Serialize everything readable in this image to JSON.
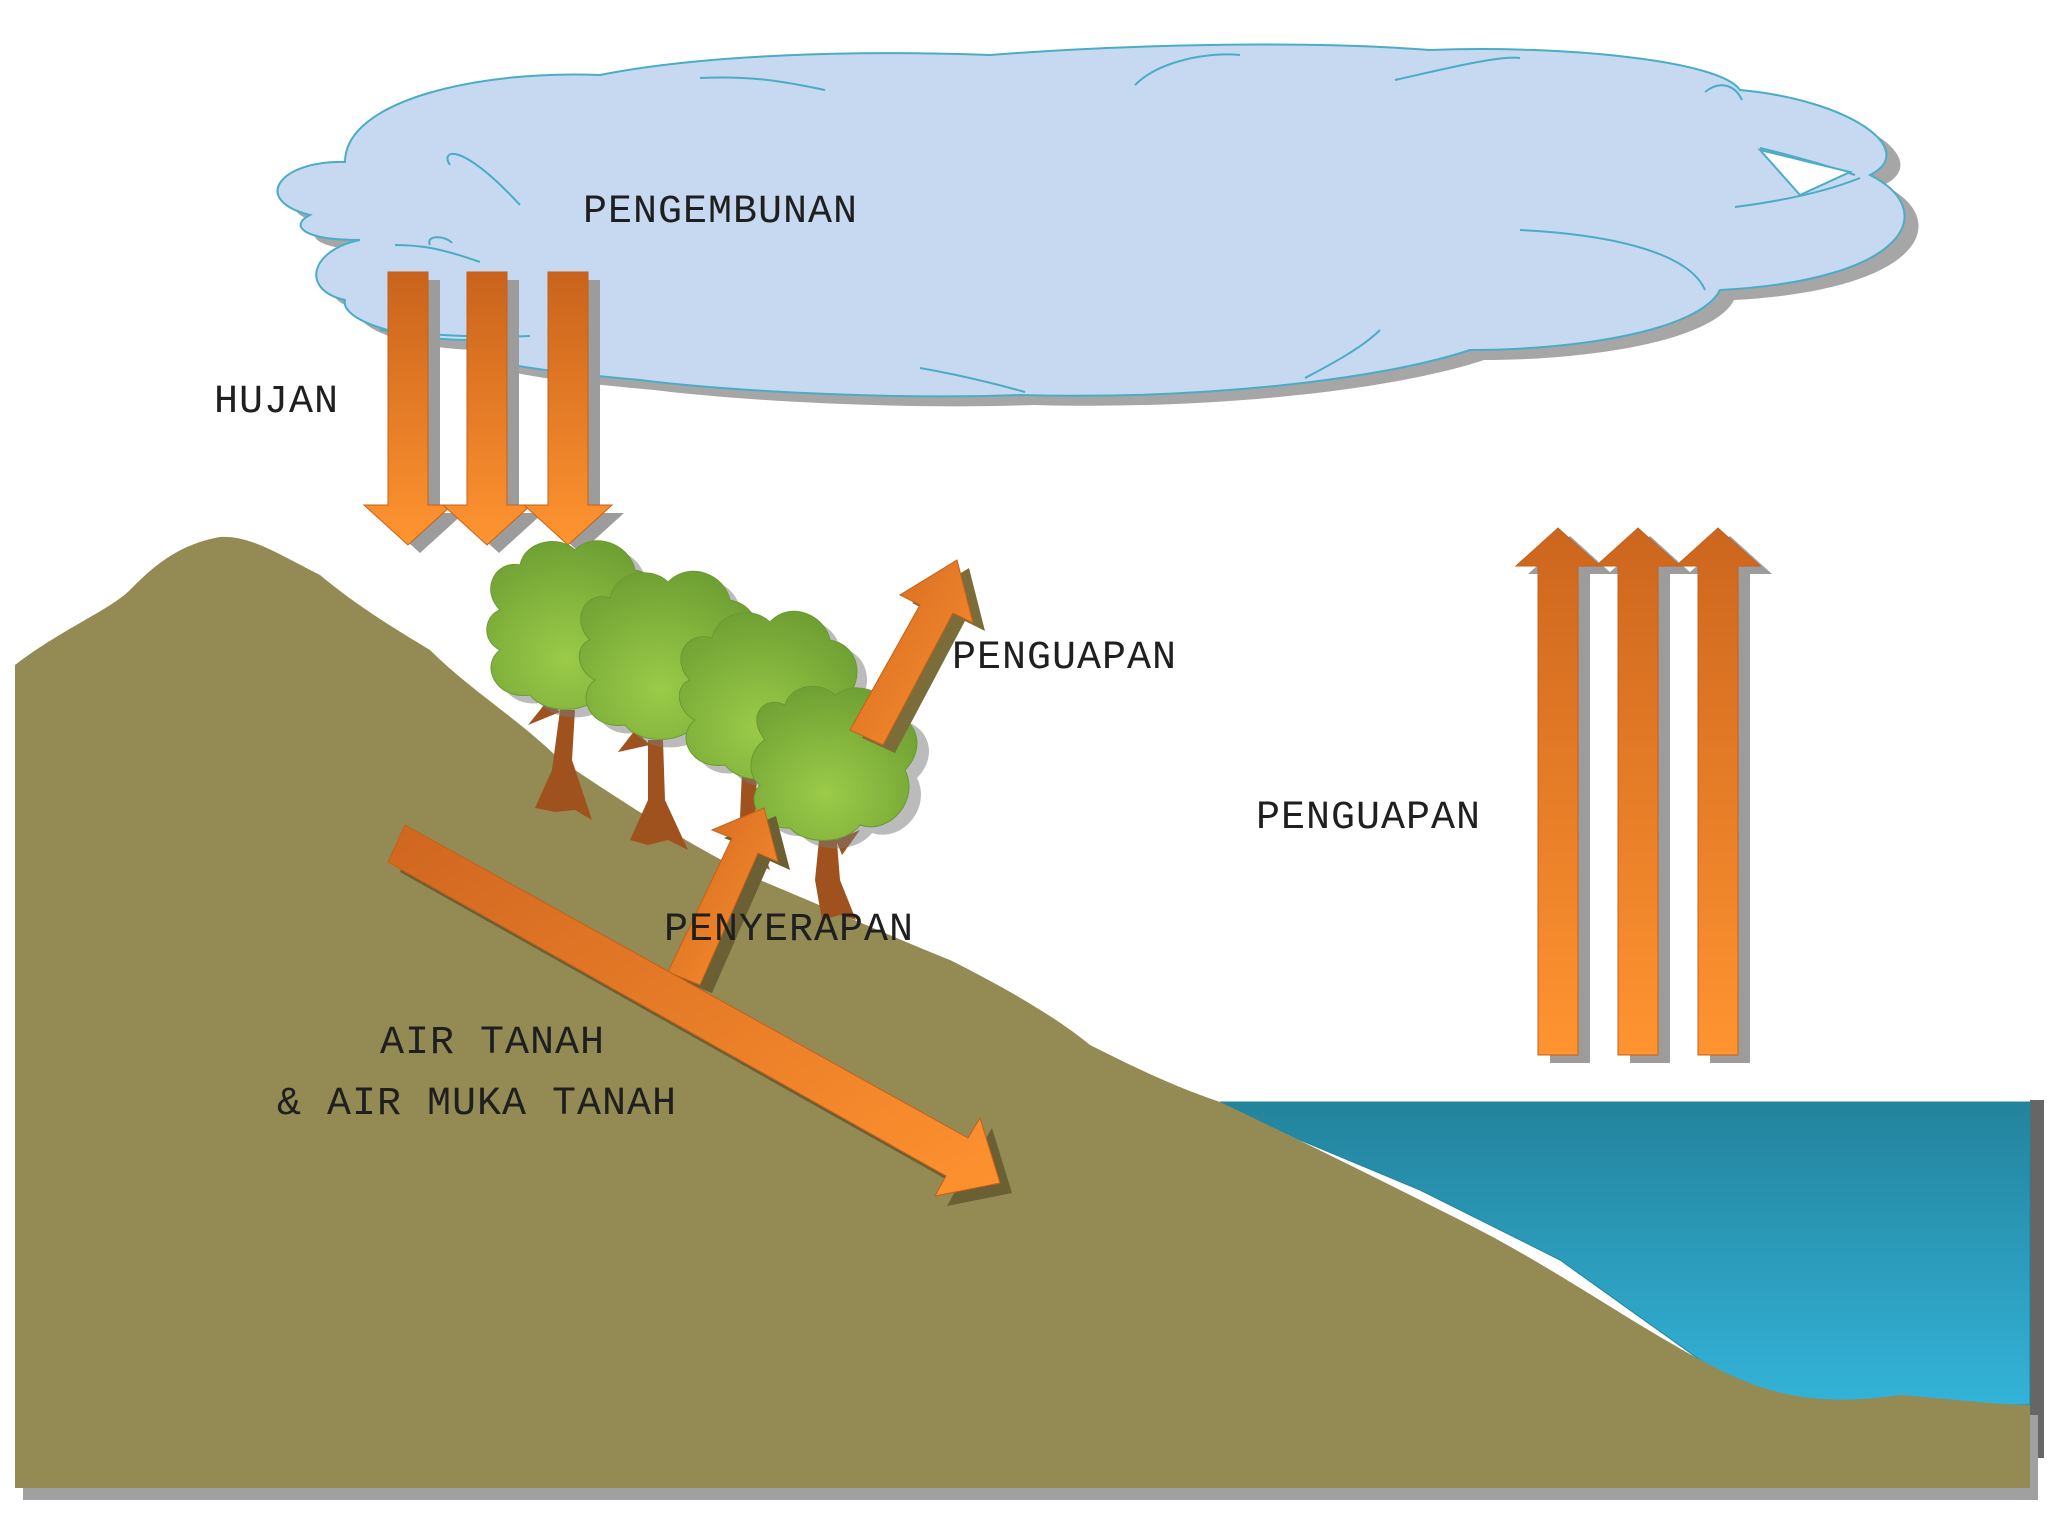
{
  "labels": {
    "condensation": "PENGEMBUNAN",
    "rain": "HUJAN",
    "transpiration": "PENGUAPAN",
    "evaporation": "PENGUAPAN",
    "absorption": "PENYERAPAN",
    "groundwater_line1": "AIR TANAH",
    "groundwater_line2": "& AIR MUKA TANAH"
  },
  "colors": {
    "sky": "#ffffff",
    "cloud": "#c6d9f1",
    "cloud_outline": "#4bacc6",
    "land": "#948a54",
    "water_top": "#23869f",
    "water_bottom": "#31b0d5",
    "arrow_top": "#d06a20",
    "arrow_bottom": "#ff9030",
    "tree_leaf": "#8cbf3f",
    "tree_trunk": "#a0521e"
  },
  "icons": [
    "cloud-icon",
    "tree-icon",
    "arrow-icon"
  ]
}
